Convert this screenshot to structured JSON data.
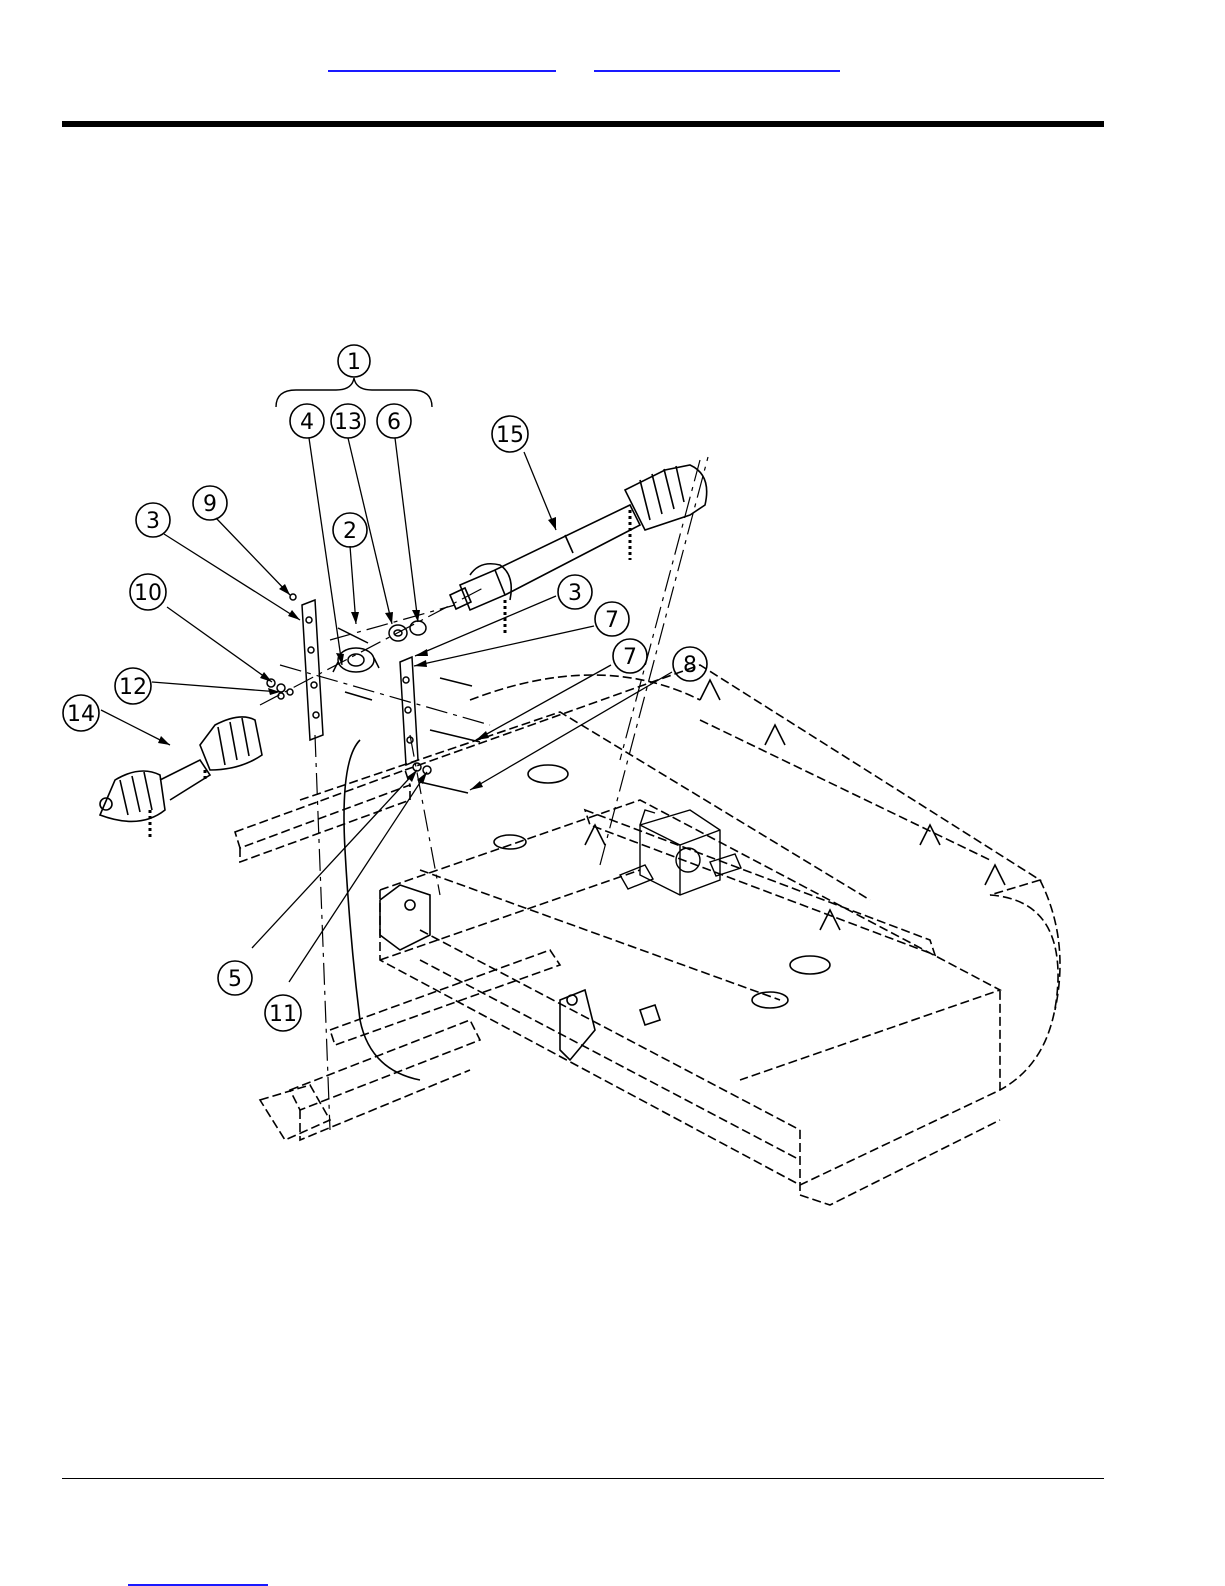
{
  "diagram": {
    "callouts": [
      {
        "id": "c1",
        "label": "1"
      },
      {
        "id": "c4",
        "label": "4"
      },
      {
        "id": "c13",
        "label": "13"
      },
      {
        "id": "c6",
        "label": "6"
      },
      {
        "id": "c15",
        "label": "15"
      },
      {
        "id": "c9",
        "label": "9"
      },
      {
        "id": "c3a",
        "label": "3"
      },
      {
        "id": "c2",
        "label": "2"
      },
      {
        "id": "c10",
        "label": "10"
      },
      {
        "id": "c3b",
        "label": "3"
      },
      {
        "id": "c7a",
        "label": "7"
      },
      {
        "id": "c7b",
        "label": "7"
      },
      {
        "id": "c8",
        "label": "8"
      },
      {
        "id": "c12",
        "label": "12"
      },
      {
        "id": "c14",
        "label": "14"
      },
      {
        "id": "c5",
        "label": "5"
      },
      {
        "id": "c11",
        "label": "11"
      }
    ]
  },
  "colors": {
    "link": "#1a1aff",
    "ink": "#000000"
  }
}
